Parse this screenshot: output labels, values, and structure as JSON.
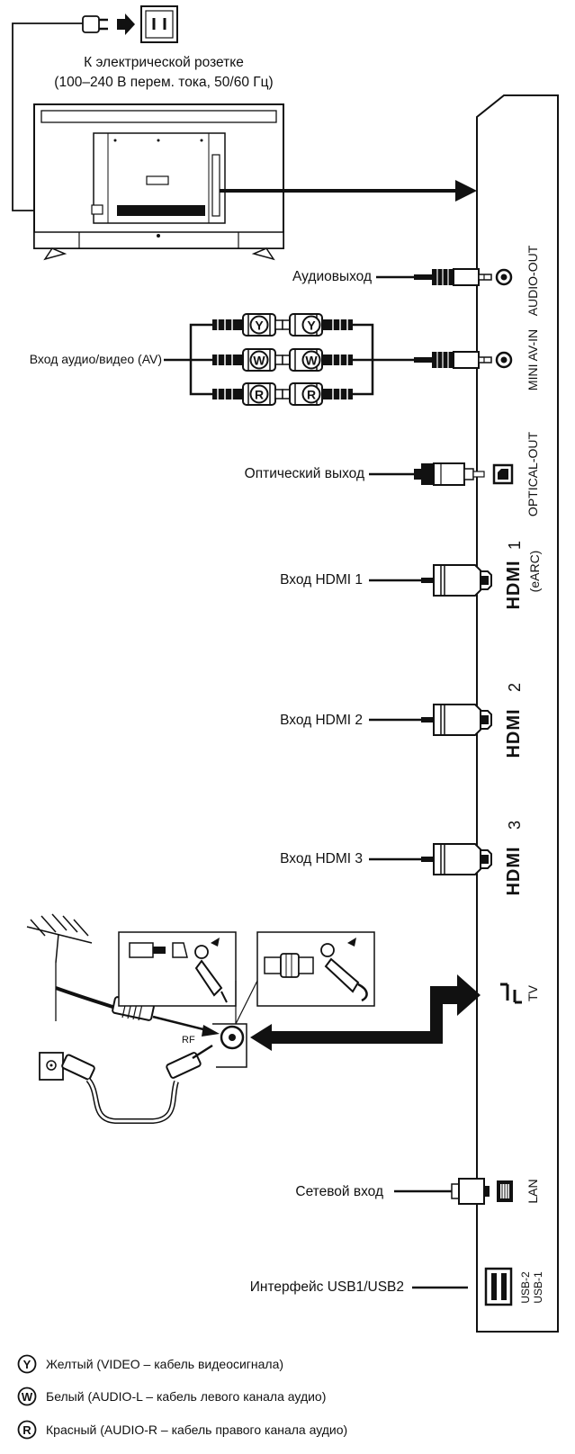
{
  "power": {
    "line1": "К электрической розетке",
    "line2": "(100–240 В перем. тока, 50/60 Гц)"
  },
  "left_labels": {
    "audio_out": "Аудиовыход",
    "av_in": "Вход аудио/видео (AV)",
    "optical": "Оптический выход",
    "hdmi1": "Вход HDMI 1",
    "hdmi2": "Вход HDMI 2",
    "hdmi3": "Вход HDMI 3",
    "lan": "Сетевой вход",
    "usb": "Интерфейс USB1/USB2"
  },
  "panel_labels": {
    "audio_out": "AUDIO-OUT",
    "mini_av_in": "MINI AV-IN",
    "optical_out": "OPTICAL-OUT",
    "hdmi_logo": "HDMI",
    "hdmi1_num": "1",
    "hdmi1_earc": "(eARC)",
    "hdmi2_num": "2",
    "hdmi3_num": "3",
    "tv": "TV",
    "lan": "LAN",
    "usb2": "USB-2",
    "usb1": "USB-1"
  },
  "rca_letters": {
    "yellow": "Y",
    "white": "W",
    "red": "R"
  },
  "rf_label": "RF",
  "legend": [
    {
      "letter": "Y",
      "text": "Желтый (VIDEO – кабель видеосигнала)"
    },
    {
      "letter": "W",
      "text": "Белый (AUDIO-L – кабель левого канала аудио)"
    },
    {
      "letter": "R",
      "text": "Красный (AUDIO-R – кабель правого канала аудио)"
    }
  ]
}
